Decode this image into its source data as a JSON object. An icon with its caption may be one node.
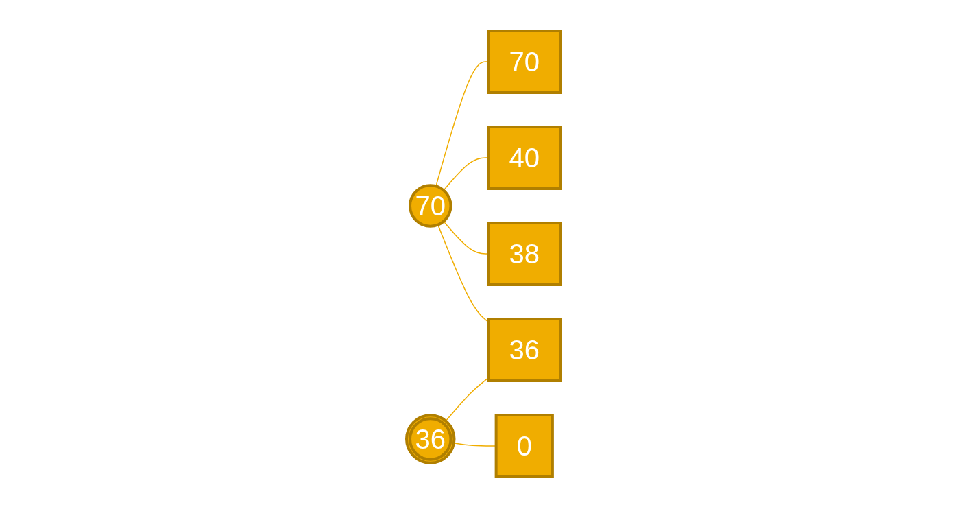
{
  "diagram": {
    "nodes": [
      {
        "text": [
          "70"
        ]
      },
      {
        "text": [
          "40"
        ]
      },
      {
        "text": [
          "38"
        ]
      },
      {
        "text": [
          "70"
        ]
      },
      {
        "text": [
          "36"
        ]
      },
      {
        "text": [
          "36"
        ]
      },
      {
        "text": [
          "0"
        ]
      }
    ],
    "edges": [
      {
        "from": 0,
        "to": 3,
        "arrow": "none"
      },
      {
        "from": 0,
        "to": 1,
        "arrow": "none"
      },
      {
        "from": 0,
        "to": 2,
        "arrow": "none"
      },
      {
        "from": 0,
        "to": 5,
        "arrow": "none"
      },
      {
        "from": 4,
        "to": 5,
        "arrow": "none"
      },
      {
        "from": 4,
        "to": 6,
        "arrow": "none"
      }
    ]
  }
}
